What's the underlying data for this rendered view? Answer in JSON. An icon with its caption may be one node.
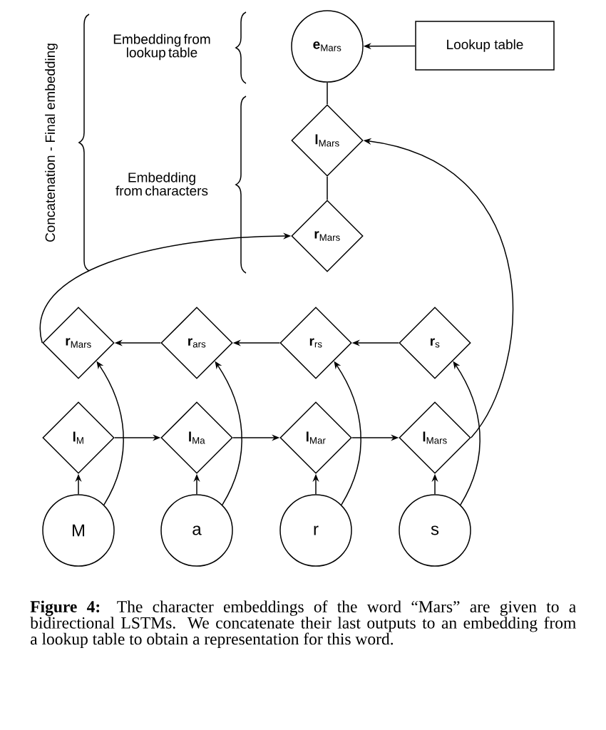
{
  "diagram": {
    "caption": "**Figure 4:** The character embeddings of the word “Mars” are given to a bidirectional LSTMs. We concatenate their last outputs to an embedding from a lookup table to obtain a representation for this word.",
    "nodes": [
      {
        "text": [
          "**e**$_{Mars}$"
        ]
      },
      {
        "text": [
          "Lookup table"
        ]
      },
      {
        "text": [
          "**l**$_{Mars}$"
        ]
      },
      {
        "text": [
          "**r**$_{Mars}$"
        ]
      },
      {
        "text": [
          "**r**$_{Mars}$"
        ]
      },
      {
        "text": [
          "**r**$_{ars}$"
        ]
      },
      {
        "text": [
          "**r**$_{rs}$"
        ]
      },
      {
        "text": [
          "**r**$_{s}$"
        ]
      },
      {
        "text": [
          "**l**$_{M}$"
        ]
      },
      {
        "text": [
          "**l**$_{Ma}$"
        ]
      },
      {
        "text": [
          "**l**$_{Mar}$"
        ]
      },
      {
        "text": [
          "**l**$_{Mars}$"
        ]
      },
      {
        "text": [
          "M"
        ]
      },
      {
        "text": [
          "a"
        ]
      },
      {
        "text": [
          "r"
        ]
      },
      {
        "text": [
          "s"
        ]
      }
    ],
    "edges": [
      {
        "from": 1,
        "to": 0,
        "arrow": "to"
      },
      {
        "from": 0,
        "to": 2,
        "arrow": "none"
      },
      {
        "from": 2,
        "to": 3,
        "arrow": "none"
      },
      {
        "from": 11,
        "to": 2,
        "arrow": "to"
      },
      {
        "from": 4,
        "to": 3,
        "arrow": "to"
      },
      {
        "from": 7,
        "to": 6,
        "arrow": "to"
      },
      {
        "from": 6,
        "to": 5,
        "arrow": "to"
      },
      {
        "from": 5,
        "to": 4,
        "arrow": "to"
      },
      {
        "from": 8,
        "to": 9,
        "arrow": "to"
      },
      {
        "from": 9,
        "to": 10,
        "arrow": "to"
      },
      {
        "from": 10,
        "to": 11,
        "arrow": "to"
      },
      {
        "from": 12,
        "to": 8,
        "arrow": "to"
      },
      {
        "from": 13,
        "to": 9,
        "arrow": "to"
      },
      {
        "from": 14,
        "to": 10,
        "arrow": "to"
      },
      {
        "from": 15,
        "to": 11,
        "arrow": "to"
      },
      {
        "from": 12,
        "to": 4,
        "arrow": "to"
      },
      {
        "from": 13,
        "to": 5,
        "arrow": "to"
      },
      {
        "from": 14,
        "to": 6,
        "arrow": "to"
      },
      {
        "from": 15,
        "to": 7,
        "arrow": "to"
      }
    ],
    "labels": [
      "Concatenation - Final embedding",
      "Embedding from lookup table",
      "Embedding from characters"
    ]
  }
}
